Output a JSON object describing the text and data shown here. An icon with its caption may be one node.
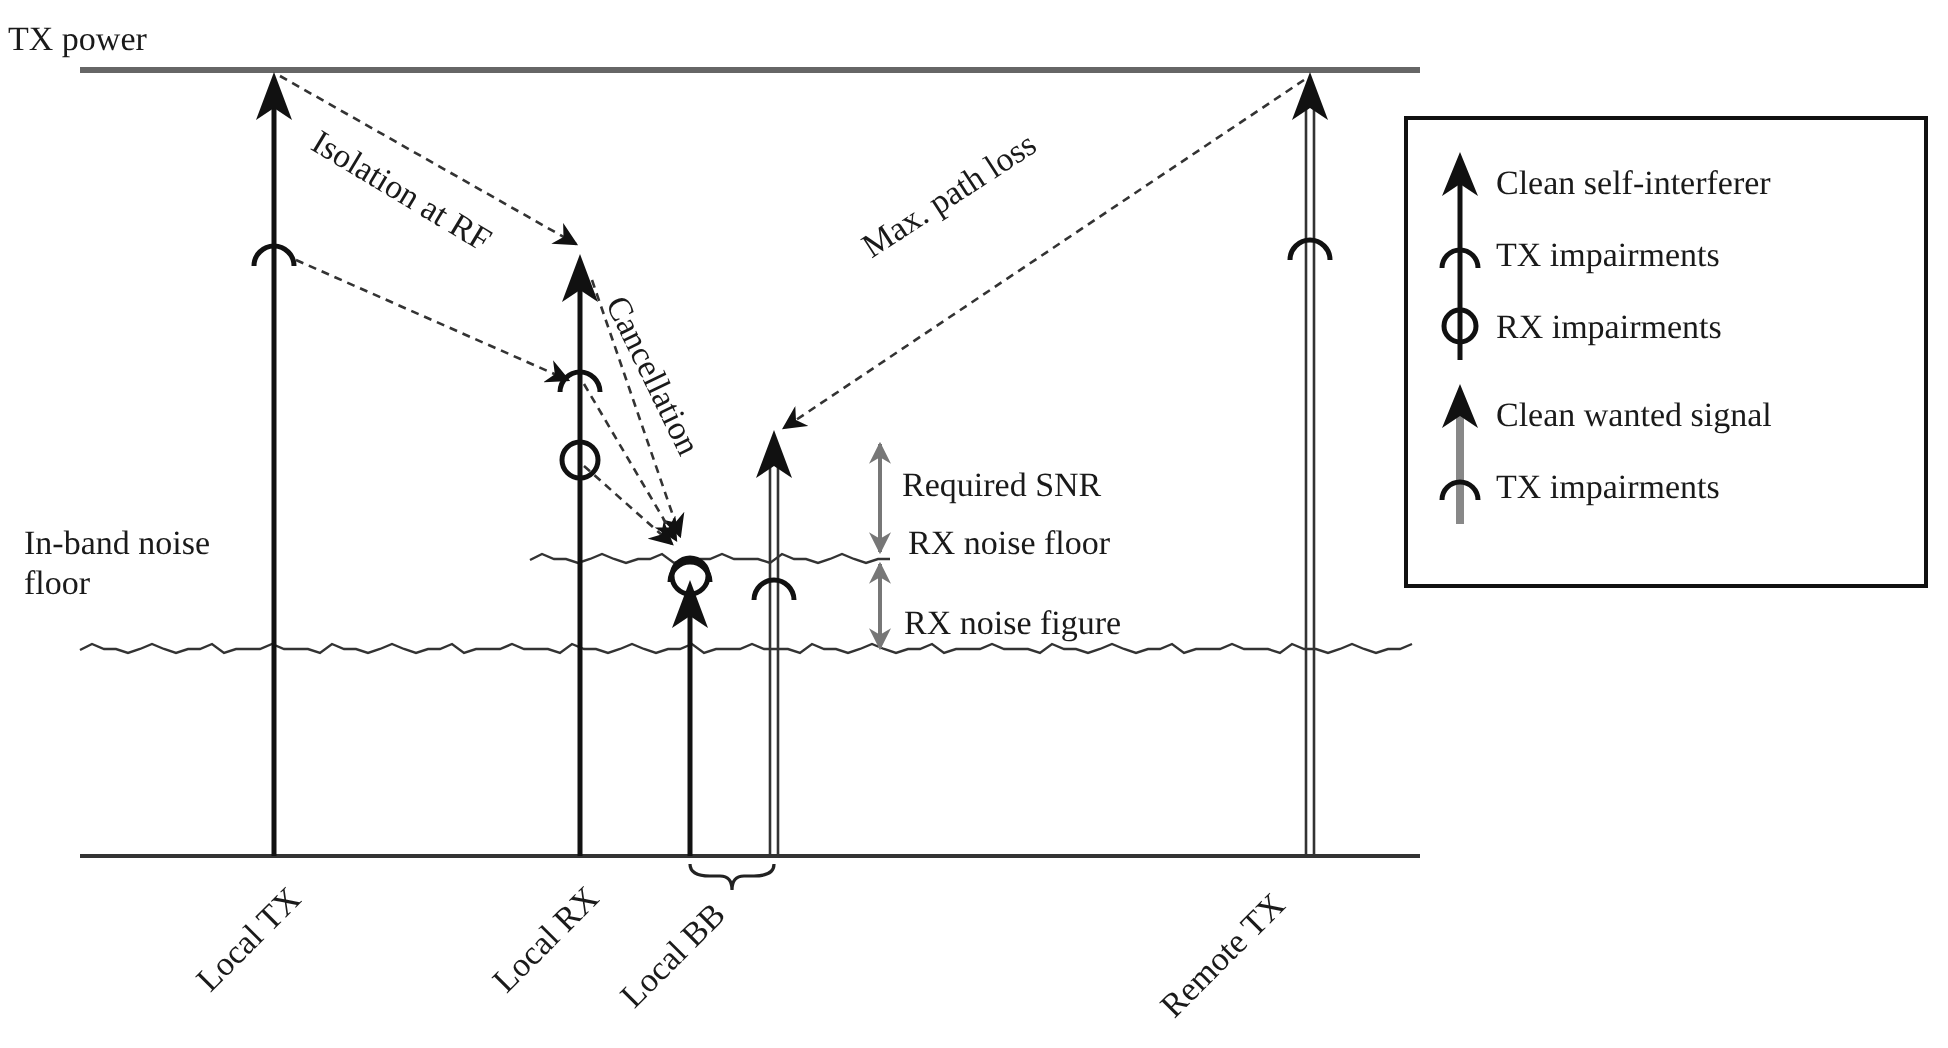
{
  "diagram": {
    "labels": [
      "TX power",
      "Isolation at RF",
      "Max. path loss",
      "Cancellation",
      "Required SNR",
      "In-band noise floor",
      "RX noise floor",
      "RX noise figure",
      "Local TX",
      "Local RX",
      "Local BB",
      "Remote TX"
    ],
    "legend": [
      {
        "text": "Clean self-interferer"
      },
      {
        "text": "TX impairments"
      },
      {
        "text": "RX impairments"
      },
      {
        "text": "Clean wanted signal"
      },
      {
        "text": "TX impairments"
      }
    ]
  }
}
